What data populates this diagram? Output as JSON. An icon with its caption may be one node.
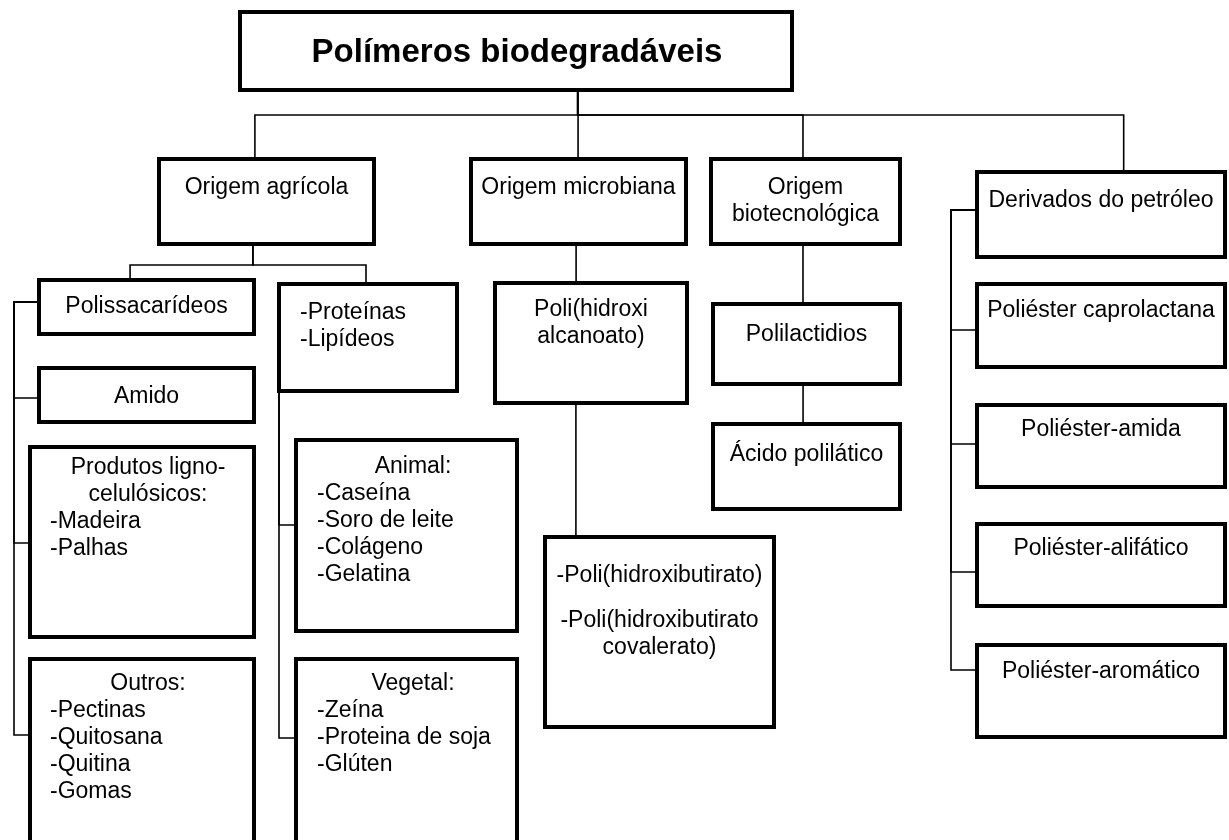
{
  "diagram": {
    "nodes": [
      {
        "text": [
          "Polímeros biodegradáveis"
        ]
      },
      {
        "text": [
          "Origem agrícola"
        ]
      },
      {
        "text": [
          "Origem microbiana"
        ]
      },
      {
        "text": [
          "Origem biotecnológica"
        ]
      },
      {
        "text": [
          "Derivados do petróleo"
        ]
      },
      {
        "text": [
          "Polissacarídeos"
        ]
      },
      {
        "text": [
          "-Proteínas",
          "-Lipídeos"
        ]
      },
      {
        "text": [
          "Amido"
        ]
      },
      {
        "text": [
          "Produtos ligno-celulósicos:",
          "-Madeira",
          "-Palhas"
        ]
      },
      {
        "text": [
          "Outros:",
          "-Pectinas",
          "-Quitosana",
          "-Quitina",
          "-Gomas"
        ]
      },
      {
        "text": [
          "Animal:",
          "-Caseína",
          "-Soro de leite",
          "-Colágeno",
          "-Gelatina"
        ]
      },
      {
        "text": [
          "Vegetal:",
          "-Zeína",
          "-Proteina de soja",
          "-Glúten"
        ]
      },
      {
        "text": [
          "Poli(hidroxi alcanoato)"
        ]
      },
      {
        "text": [
          "Polilactidios"
        ]
      },
      {
        "text": [
          "Ácido polilático"
        ]
      },
      {
        "text": [
          "-Poli(hidroxibutirato)",
          "-Poli(hidroxibutirato covalerato)"
        ]
      },
      {
        "text": [
          "Poliéster caprolactana"
        ]
      },
      {
        "text": [
          "Poliéster-amida"
        ]
      },
      {
        "text": [
          "Poliéster-alifático"
        ]
      },
      {
        "text": [
          "Poliéster-aromático"
        ]
      }
    ],
    "edges": [
      {
        "from": 0,
        "to": 1,
        "arrow": "none"
      },
      {
        "from": 0,
        "to": 2,
        "arrow": "none"
      },
      {
        "from": 0,
        "to": 3,
        "arrow": "none"
      },
      {
        "from": 0,
        "to": 4,
        "arrow": "none"
      },
      {
        "from": 1,
        "to": 5,
        "arrow": "none"
      },
      {
        "from": 1,
        "to": 6,
        "arrow": "none"
      },
      {
        "from": 5,
        "to": 7,
        "arrow": "none"
      },
      {
        "from": 5,
        "to": 8,
        "arrow": "none"
      },
      {
        "from": 5,
        "to": 9,
        "arrow": "none"
      },
      {
        "from": 6,
        "to": 10,
        "arrow": "none"
      },
      {
        "from": 6,
        "to": 11,
        "arrow": "none"
      },
      {
        "from": 2,
        "to": 12,
        "arrow": "none"
      },
      {
        "from": 12,
        "to": 15,
        "arrow": "none"
      },
      {
        "from": 3,
        "to": 13,
        "arrow": "none"
      },
      {
        "from": 13,
        "to": 14,
        "arrow": "none"
      },
      {
        "from": 4,
        "to": 16,
        "arrow": "none"
      },
      {
        "from": 4,
        "to": 17,
        "arrow": "none"
      },
      {
        "from": 4,
        "to": 18,
        "arrow": "none"
      },
      {
        "from": 4,
        "to": 19,
        "arrow": "none"
      }
    ]
  }
}
